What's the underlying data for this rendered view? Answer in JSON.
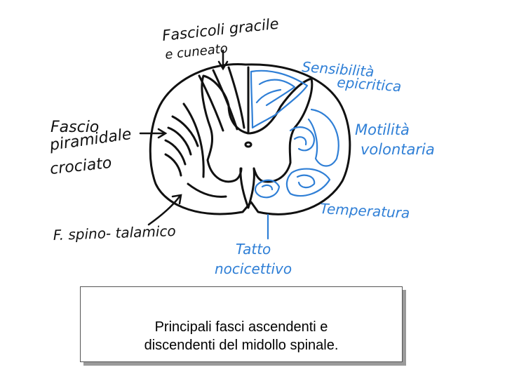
{
  "labels": {
    "fascicoli_line1": "Fascicoli gracile",
    "fascicoli_line2": "e cuneato",
    "fascio_line1": "Fascio",
    "fascio_line2": "piramidale",
    "fascio_line3": "crociato",
    "spino": "F. spino- talamico",
    "sensibilita_line1": "Sensibilità",
    "sensibilita_line2": "epicritica",
    "motilita_line1": "Motilità",
    "motilita_line2": "volontaria",
    "temperatura": "Temperatura",
    "tatto_line1": "Tatto",
    "tatto_line2": "nocicettivo"
  },
  "caption": {
    "line1": "Principali fasci ascendenti e",
    "line2": "discendenti del midollo spinale."
  },
  "colors": {
    "ink_black": "#111111",
    "ink_blue": "#2f7fd6"
  }
}
